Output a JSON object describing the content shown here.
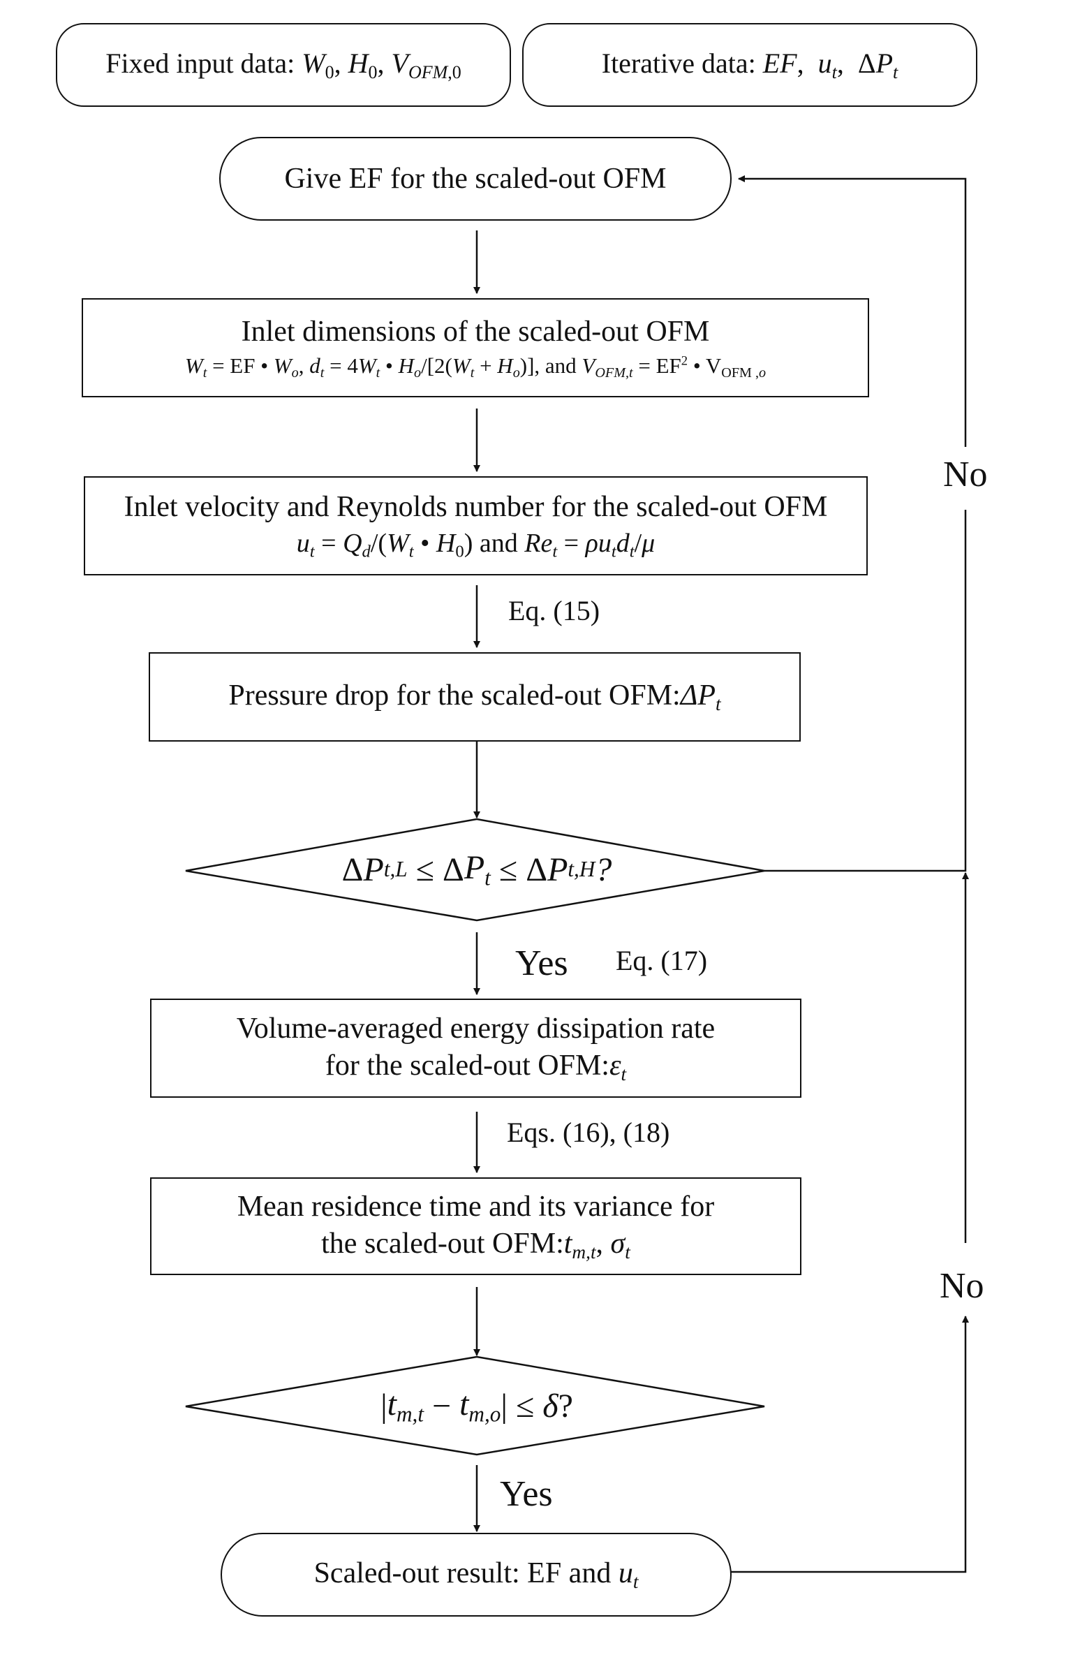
{
  "inputs": {
    "fixed_label": "Fixed input data:",
    "iterative_label": "Iterative data:"
  },
  "steps": {
    "give_ef": "Give EF for the scaled-out OFM",
    "inlet_dim_title": "Inlet dimensions of the scaled-out OFM",
    "inlet_vel_title": "Inlet velocity and Reynolds number for the scaled-out OFM",
    "pressure_title": "Pressure drop for the scaled-out OFM:",
    "energy_line1": "Volume-averaged energy dissipation rate",
    "energy_line2": "for the scaled-out OFM:",
    "residence_line1": "Mean residence time and its variance for",
    "residence_line2": "the scaled-out OFM:",
    "result_label": "Scaled-out result: EF and"
  },
  "labels": {
    "eq15": "Eq. (15)",
    "eq17": "Eq. (17)",
    "eqs16_18": "Eqs. (16), (18)",
    "yes1": "Yes",
    "yes2": "Yes",
    "no1": "No",
    "no2": "No"
  }
}
